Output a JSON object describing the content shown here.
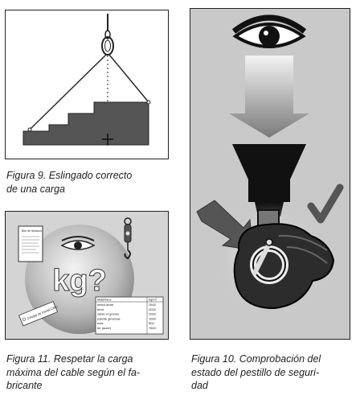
{
  "figure9": {
    "caption_lines": [
      "Figura 9. Eslingado correcto",
      "de una carga"
    ]
  },
  "figure11": {
    "caption_lines": [
      "Figura 11. Respetar la carga",
      "máxima del cable según el fa-",
      "bricante"
    ],
    "weight_text": "kg?",
    "doc_title": "Bon de livraison",
    "table_header": [
      "Matériaux",
      "kg/m³"
    ],
    "table_rows": [
      [
        "béton armé",
        "2500"
      ],
      [
        "terre",
        "2000"
      ],
      [
        "sable et gravier",
        "2000"
      ],
      [
        "palette générale",
        "1000"
      ],
      [
        "bois",
        "800"
      ],
      [
        "fer (acier)",
        "7800"
      ]
    ],
    "tag_text": "Charge de travail CMU"
  },
  "figure10": {
    "caption_lines": [
      "Figura 10. Comprobación del",
      "estado del pestillo de seguri-",
      "dad"
    ]
  }
}
